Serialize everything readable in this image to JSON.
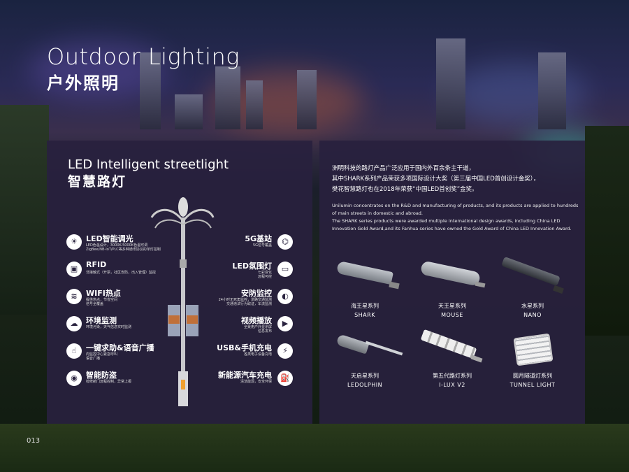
{
  "page": {
    "title_en": "Outdoor Lighting",
    "title_cn": "户外照明",
    "page_number": "013"
  },
  "left_panel": {
    "subtitle_en": "LED Intelligent streetlight",
    "subtitle_cn": "智慧路灯",
    "features_left": [
      {
        "title": "LED智能调光",
        "desc": "LED色温设计，3000K-5000K色温可调\nZigBee/NB-IoT/PLC等多种通讯协议的单灯控制",
        "icon": "bulb-icon"
      },
      {
        "title": "RFID",
        "desc": "非接触式（开票，社区安防，出入管理）监控",
        "icon": "rfid-icon"
      },
      {
        "title": "WIFI热点",
        "desc": "提供热点，节省空间\n信号全覆盖",
        "icon": "wifi-icon"
      },
      {
        "title": "环境监测",
        "desc": "环境污染，天气信息实时监测",
        "icon": "environment-icon"
      },
      {
        "title": "一键求助&语音广播",
        "desc": "向监控中心紧急呼叫\n语音广播",
        "icon": "help-icon"
      },
      {
        "title": "智能防盗",
        "desc": "检修舱门远程控制，异常上报",
        "icon": "lock-icon"
      }
    ],
    "features_right": [
      {
        "title": "5G基站",
        "desc": "5G信号覆盖",
        "icon": "signal-tower-icon"
      },
      {
        "title": "LED氛围灯",
        "desc": "七彩变化\n远程可控",
        "icon": "ambient-light-icon"
      },
      {
        "title": "安防监控",
        "desc": "24小时无死角监控，道路交通监测\n交通违法行为取证，车流监测",
        "icon": "camera-icon"
      },
      {
        "title": "视频播放",
        "desc": "全景用户外显示屏\n信息发布",
        "icon": "play-icon"
      },
      {
        "title": "USB&手机充电",
        "desc": "各类电子设备充电",
        "icon": "usb-icon"
      },
      {
        "title": "新能源汽车充电",
        "desc": "清洁能源，安全环保",
        "icon": "ev-charging-icon"
      }
    ]
  },
  "right_panel": {
    "paragraph_cn": "洲明科技的路灯产品广泛应用于国内外百余条主干道，\n其中SHARK系列产品荣获多项国际设计大奖（第三届中国LED首创设计金奖），\n樊花智慧路灯也在2018年荣获“中国LED首创奖”金奖。",
    "paragraph_en": "Unilumin concentrates on the R&D and manufacturing of products, and its products are applied to hundreds of main streets in domestic and abroad.\nThe SHARK series products were awarded multiple international design awards, including China LED Innovation Gold Award,and its Fanhua series have owned the Gold Award of China LED Innovation Award.",
    "products": [
      {
        "cn": "海王星系列",
        "en": "SHARK"
      },
      {
        "cn": "天王星系列",
        "en": "MOUSE"
      },
      {
        "cn": "水星系列",
        "en": "NANO"
      },
      {
        "cn": "天启星系列",
        "en": "LEDOLPHIN"
      },
      {
        "cn": "第五代路灯系列",
        "en": "I-LUX V2"
      },
      {
        "cn": "圆月隧道灯系列",
        "en": "TUNNEL LIGHT"
      }
    ]
  },
  "colors": {
    "panel": "#28213e",
    "accent_orange": "#f0a030"
  }
}
